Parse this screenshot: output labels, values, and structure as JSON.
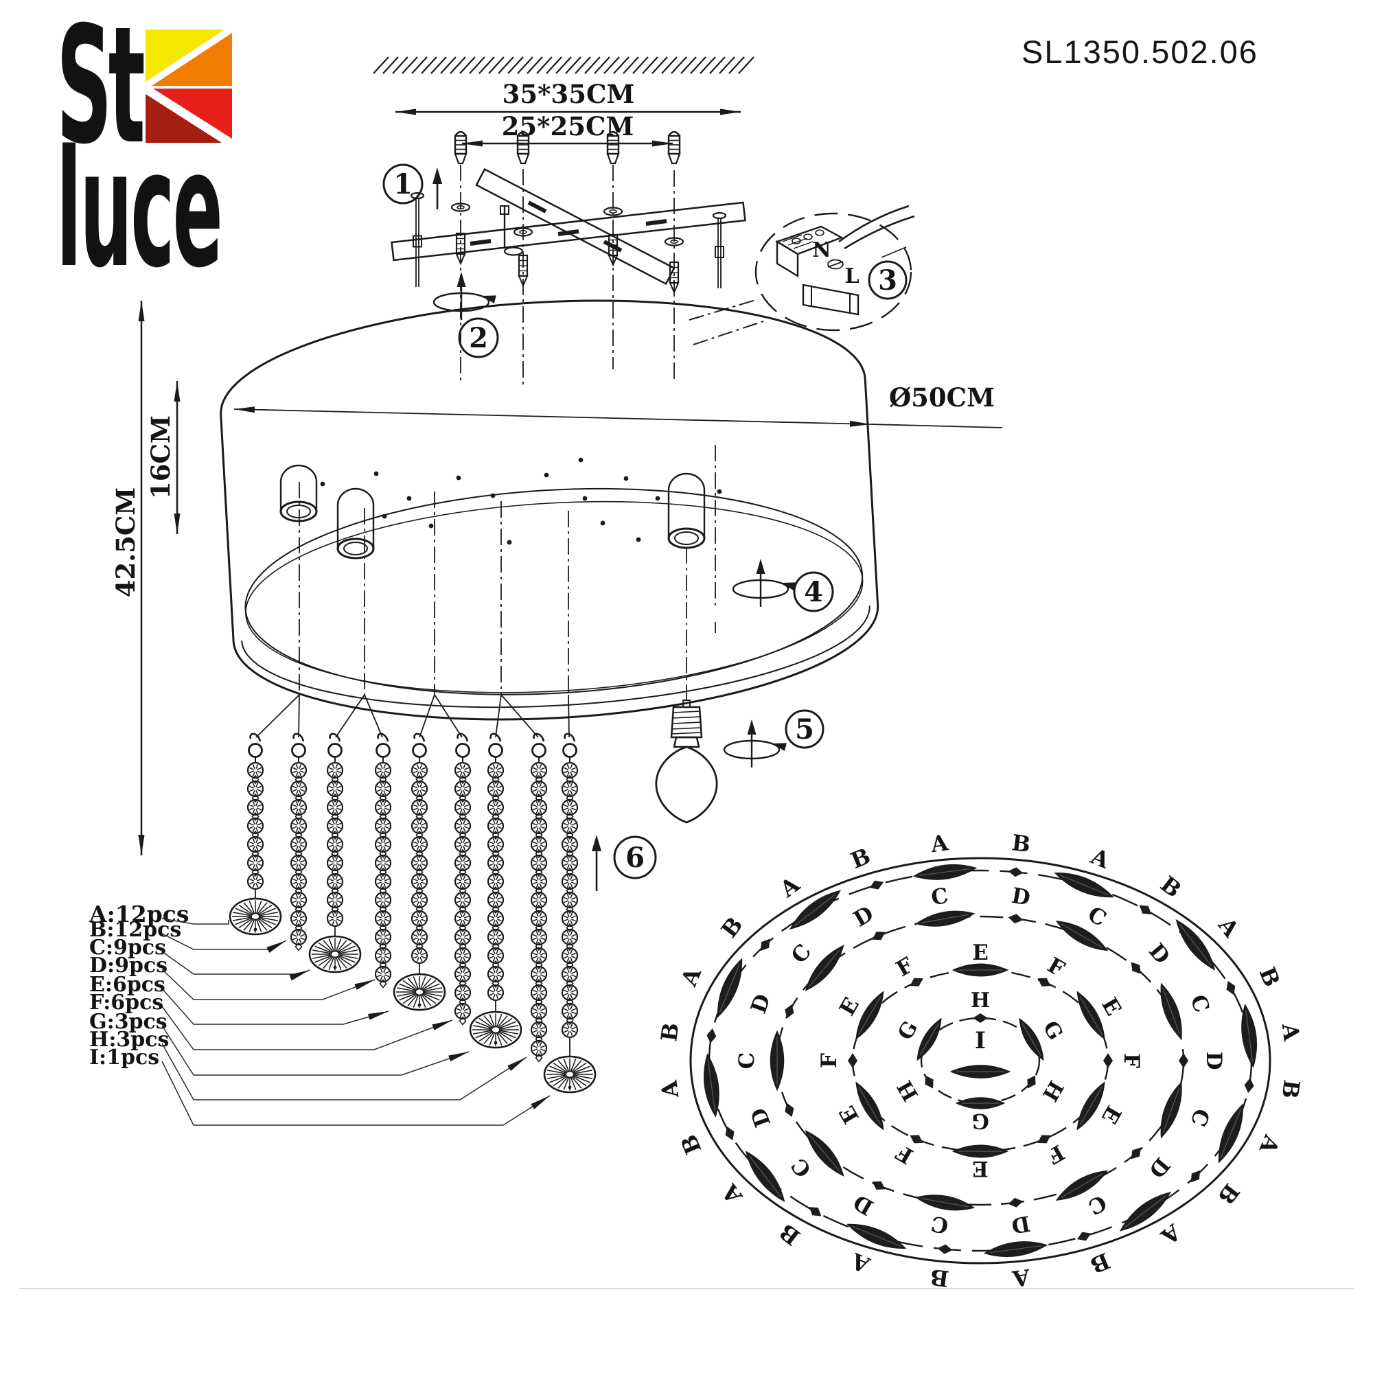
{
  "brand": {
    "word1": "St",
    "word2": "luce",
    "colors": {
      "yellow": "#F6E700",
      "orange": "#F07C00",
      "red": "#E62019",
      "dark_red": "#A61D11"
    }
  },
  "model_number": "SL1350.502.06",
  "dimensions": {
    "mount_outer": "35*35CM",
    "mount_inner": "25*25CM",
    "diameter": "Ø50CM",
    "total_height": "42.5CM",
    "shade_height": "16CM"
  },
  "steps": [
    "1",
    "2",
    "3",
    "4",
    "5",
    "6"
  ],
  "wiring": {
    "neutral": "N",
    "live": "L"
  },
  "parts": [
    "A:12pcs",
    "B:12pcs",
    "C:9pcs",
    "D:9pcs",
    "E:6pcs",
    "F:6pcs",
    "G:3pcs",
    "H:3pcs",
    "I:1pcs"
  ],
  "arrangement": {
    "center_label": "I",
    "rings": [
      {
        "letters": [
          "A",
          "B"
        ],
        "positions": 24,
        "leaf_on": 0
      },
      {
        "letters": [
          "C",
          "D"
        ],
        "positions": 18,
        "leaf_on": 0
      },
      {
        "letters": [
          "E",
          "F"
        ],
        "positions": 12,
        "leaf_on": 0
      },
      {
        "letters": [
          "H",
          "G"
        ],
        "positions": 6,
        "leaf_on": 1
      }
    ]
  }
}
